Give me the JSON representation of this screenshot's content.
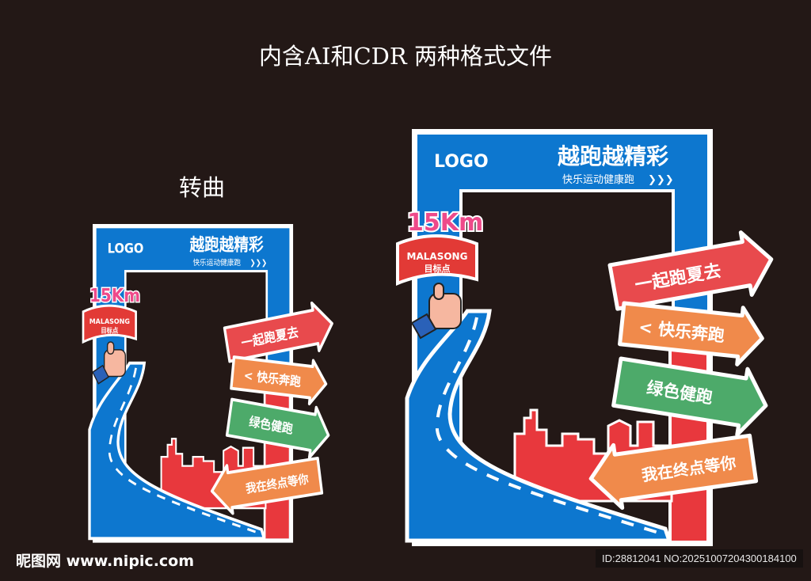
{
  "header": {
    "title": "内含AI和CDR 两种格式文件",
    "subtitle": "转曲"
  },
  "frame": {
    "logo": "LOGO",
    "headline": "越跑越精彩",
    "tagline": "快乐运动健康跑",
    "tagline_arrows": "❯❯❯",
    "distance": "15Km",
    "ribbon_en": "MALASONG",
    "ribbon_cn": "目标点",
    "signs": [
      "一起跑夏去",
      "< 快乐奔跑",
      "绿色健跑",
      "我在终点等你"
    ]
  },
  "colors": {
    "background": "#231816",
    "blue": "#0d77cf",
    "red": "#e8383d",
    "orange": "#f08a4b",
    "green": "#4daa6a",
    "sign_red": "#e84a4d"
  },
  "watermark": {
    "left": "昵图网 www.nipic.com",
    "right": "ID:28812041 NO:20251007204300184100"
  }
}
